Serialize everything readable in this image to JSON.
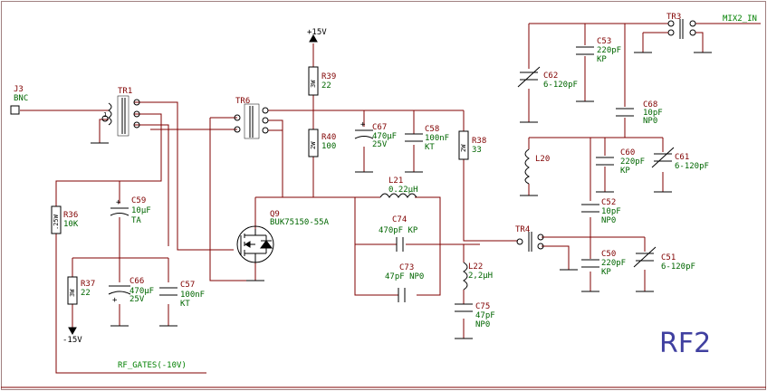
{
  "sheet_title": "RF2",
  "power": {
    "vplus": "+15V",
    "vminus": "-15V"
  },
  "connector": {
    "ref": "J3",
    "type": "BNC"
  },
  "net_labels": {
    "rf_gates": "RF_GATES(-10V)",
    "mix2_in": "MIX2_IN"
  },
  "transformers": {
    "tr1": "TR1",
    "tr3": "TR3",
    "tr4": "TR4",
    "tr6": "TR6",
    "tr1_pin": "1"
  },
  "transistor": {
    "ref": "Q9",
    "value": "BUK75150-55A"
  },
  "resistors": {
    "r36": {
      "ref": "R36",
      "value": "10K",
      "body": ".25W"
    },
    "r37": {
      "ref": "R37",
      "value": "22",
      "body": "3W"
    },
    "r38": {
      "ref": "R38",
      "value": "33",
      "body": "2W"
    },
    "r39": {
      "ref": "R39",
      "value": "22",
      "body": "3W"
    },
    "r40": {
      "ref": "R40",
      "value": "100",
      "body": "2W"
    }
  },
  "capacitors": {
    "c50": {
      "ref": "C50",
      "value": "220pF",
      "type": "KP"
    },
    "c51": {
      "ref": "C51",
      "value": "6-120pF"
    },
    "c52": {
      "ref": "C52",
      "value": "10pF",
      "type": "NP0"
    },
    "c53": {
      "ref": "C53",
      "value": "220pF",
      "type": "KP"
    },
    "c57": {
      "ref": "C57",
      "value": "100nF",
      "type": "KT"
    },
    "c58": {
      "ref": "C58",
      "value": "100nF",
      "type": "KT"
    },
    "c59": {
      "ref": "C59",
      "value": "10µF",
      "type": "TA"
    },
    "c60": {
      "ref": "C60",
      "value": "220pF",
      "type": "KP"
    },
    "c61": {
      "ref": "C61",
      "value": "6-120pF"
    },
    "c62": {
      "ref": "C62",
      "value": "6-120pF"
    },
    "c66": {
      "ref": "C66",
      "value": "470µF",
      "type": "25V"
    },
    "c67": {
      "ref": "C67",
      "value": "470µF",
      "type": "25V"
    },
    "c68": {
      "ref": "C68",
      "value": "10pF",
      "type": "NP0"
    },
    "c73": {
      "ref": "C73",
      "value": "47pF NP0"
    },
    "c74": {
      "ref": "C74",
      "value": "470pF KP"
    },
    "c75": {
      "ref": "C75",
      "value": "47pF",
      "type": "NP0"
    }
  },
  "inductors": {
    "l20": {
      "ref": "L20"
    },
    "l21": {
      "ref": "L21",
      "value": "0.22µH"
    },
    "l22": {
      "ref": "L22",
      "value": "2,2µH"
    }
  }
}
